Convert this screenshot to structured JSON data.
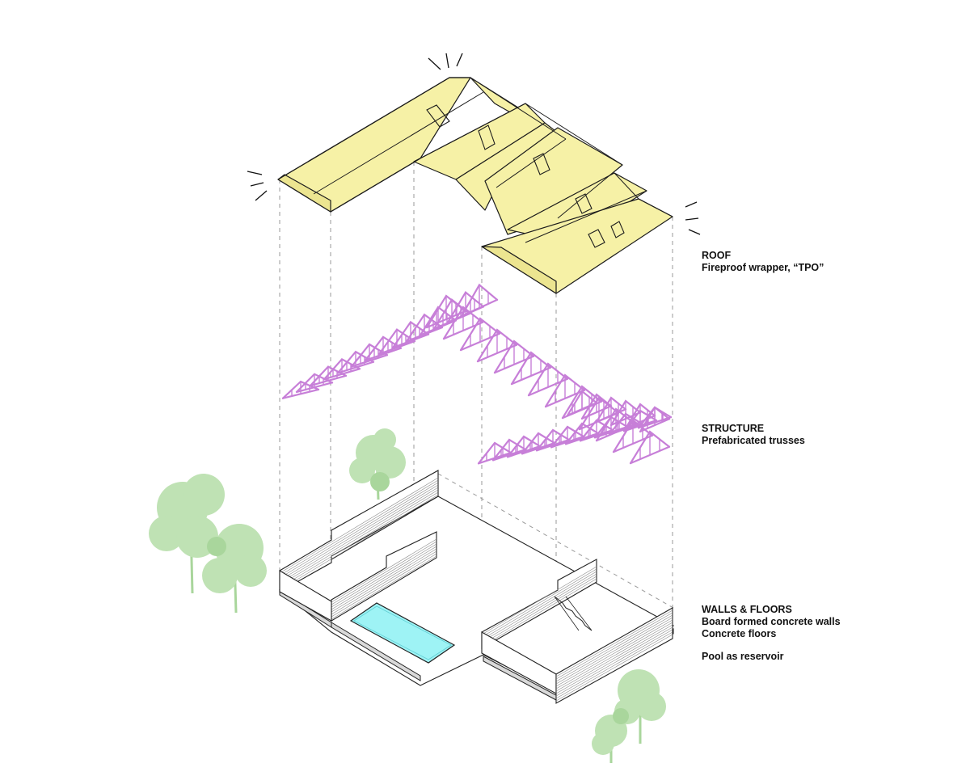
{
  "labels": {
    "roof": {
      "heading": "ROOF",
      "lines": [
        "Fireproof wrapper, “TPO”"
      ]
    },
    "structure": {
      "heading": "STRUCTURE",
      "lines": [
        "Prefabricated trusses"
      ]
    },
    "walls": {
      "heading": "WALLS & FLOORS",
      "lines": [
        "Board formed concrete walls",
        "Concrete floors"
      ],
      "note": "Pool as reservoir"
    }
  },
  "colors": {
    "roof": "#f6f1a6",
    "trusses": "#c77fd8",
    "pool": "#9ef3f5",
    "trees": "#bfe2b4"
  }
}
